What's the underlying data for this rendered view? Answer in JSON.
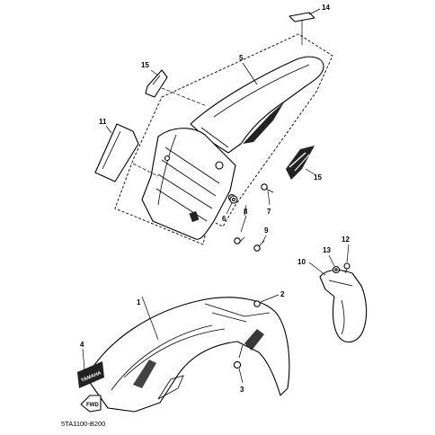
{
  "diagram": {
    "part_labels": {
      "p1": "1",
      "p2": "2",
      "p3": "3",
      "p4": "4",
      "p5": "5",
      "p6": "6",
      "p7": "7",
      "p8": "8",
      "p9": "9",
      "p10": "10",
      "p11": "11",
      "p12": "12",
      "p13": "13",
      "p14": "14",
      "p15a": "15",
      "p15b": "15"
    },
    "decals": {
      "brand": "YAMAHA",
      "arrow": "FWD"
    },
    "drawing_code": "5TA1100-B200"
  }
}
